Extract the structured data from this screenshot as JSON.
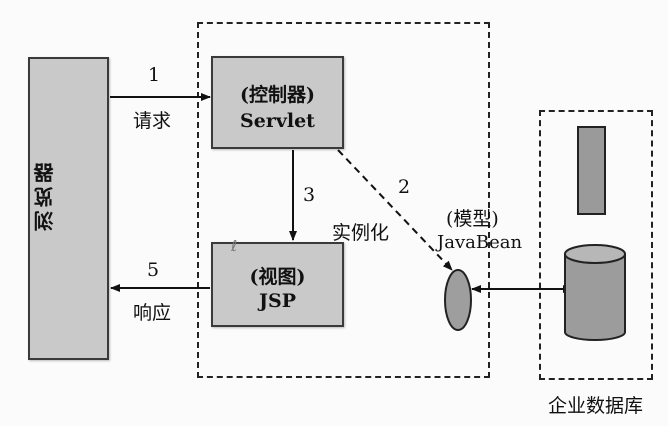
{
  "browser": {
    "label": "浏览器"
  },
  "controller": {
    "title": "(控制器)",
    "name": "Servlet"
  },
  "view": {
    "title": "(视图)",
    "name": "JSP"
  },
  "model": {
    "title": "(模型)",
    "name": "JavaBean"
  },
  "database": {
    "label": "企业数据库"
  },
  "arrows": {
    "request": {
      "number": "1",
      "label": "请求"
    },
    "instantiate": {
      "number": "2"
    },
    "forward": {
      "number": "3"
    },
    "instantiate_label": "实例化",
    "response": {
      "number": "5",
      "label": "响应"
    }
  }
}
